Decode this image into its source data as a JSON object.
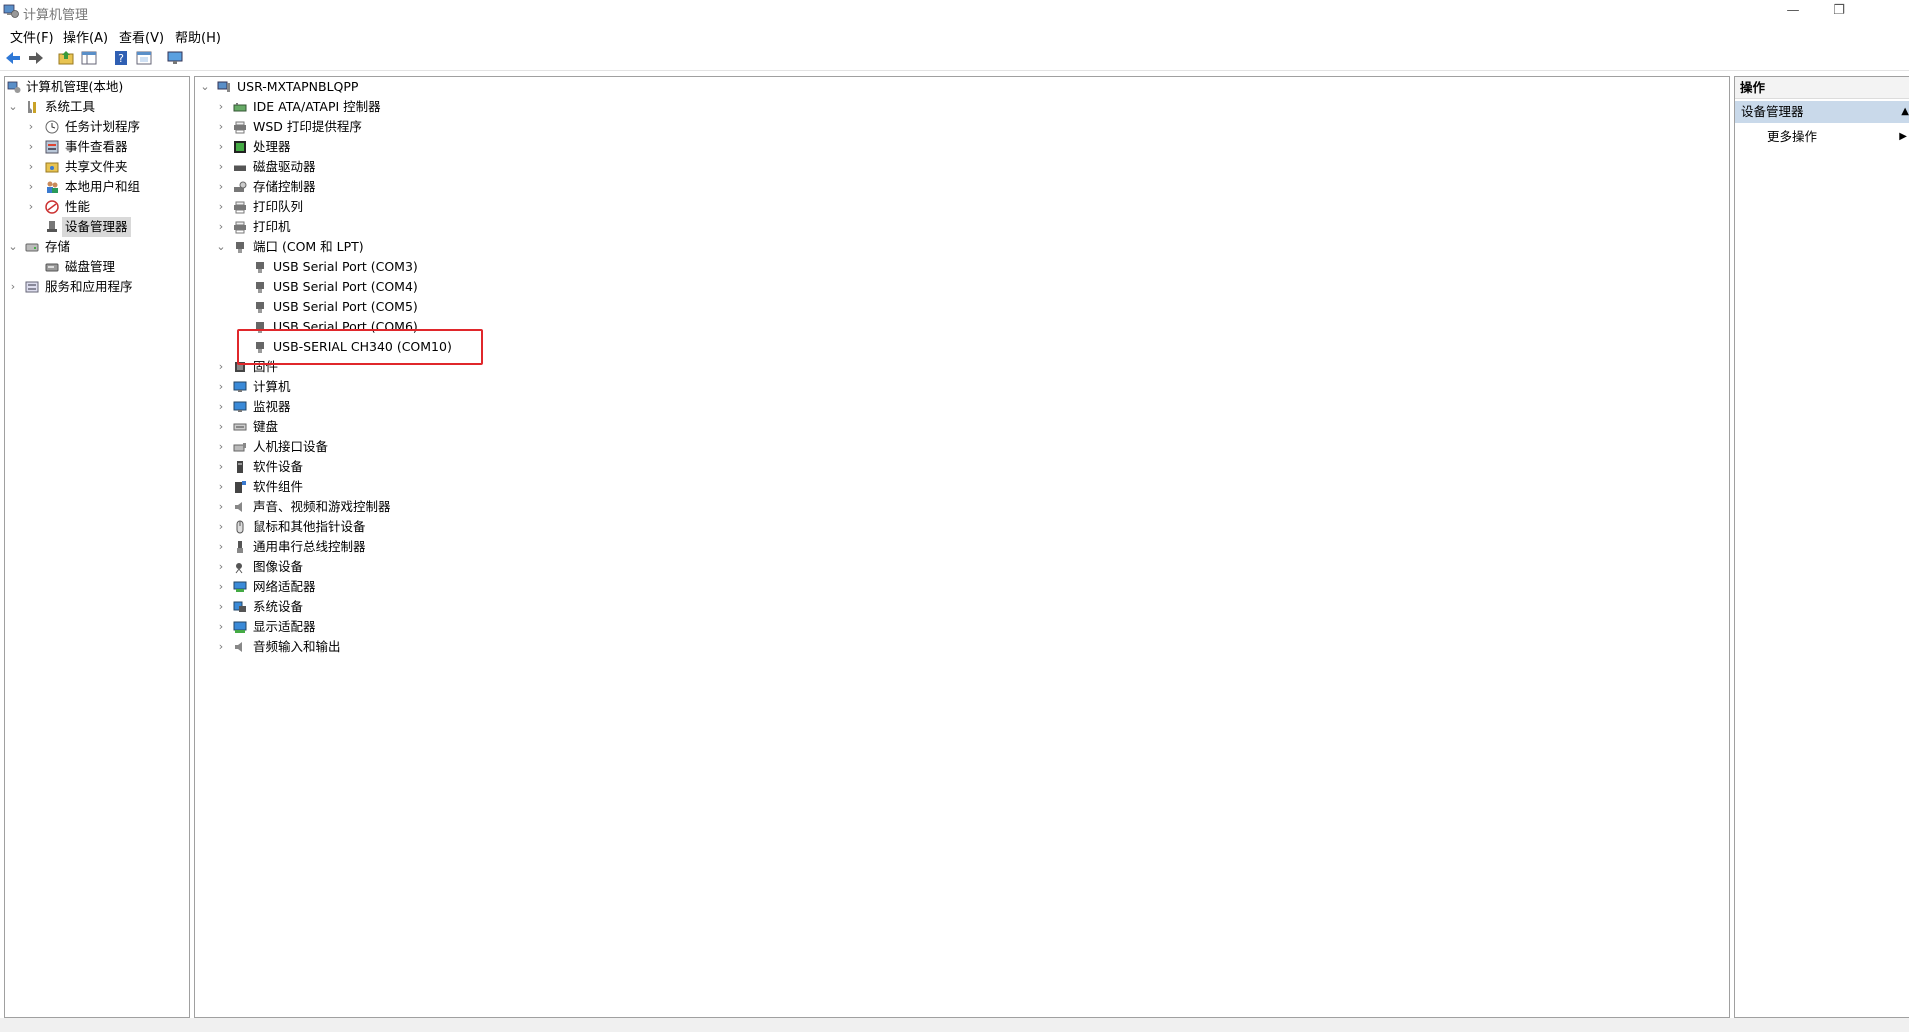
{
  "window": {
    "title": "计算机管理",
    "minimize": "—",
    "restore": "❐"
  },
  "menu": [
    "文件(F)",
    "操作(A)",
    "查看(V)",
    "帮助(H)"
  ],
  "left_tree": [
    {
      "label": "计算机管理(本地)"
    },
    {
      "label": "系统工具"
    },
    {
      "label": "任务计划程序"
    },
    {
      "label": "事件查看器"
    },
    {
      "label": "共享文件夹"
    },
    {
      "label": "本地用户和组"
    },
    {
      "label": "性能"
    },
    {
      "label": "设备管理器"
    },
    {
      "label": "存储"
    },
    {
      "label": "磁盘管理"
    },
    {
      "label": "服务和应用程序"
    }
  ],
  "device_tree": {
    "root": "USR-MXTAPNBLQPP",
    "categories": [
      "IDE ATA/ATAPI 控制器",
      "WSD 打印提供程序",
      "处理器",
      "磁盘驱动器",
      "存储控制器",
      "打印队列",
      "打印机",
      "端口 (COM 和 LPT)",
      "USB Serial Port (COM3)",
      "USB Serial Port (COM4)",
      "USB Serial Port (COM5)",
      "USB Serial Port (COM6)",
      "USB-SERIAL CH340 (COM10)",
      "固件",
      "计算机",
      "监视器",
      "键盘",
      "人机接口设备",
      "软件设备",
      "软件组件",
      "声音、视频和游戏控制器",
      "鼠标和其他指针设备",
      "通用串行总线控制器",
      "图像设备",
      "网络适配器",
      "系统设备",
      "显示适配器",
      "音频输入和输出"
    ]
  },
  "actions": {
    "header": "操作",
    "section": "设备管理器",
    "more": "更多操作"
  },
  "colors": {
    "highlight": "#e0272b",
    "section_bg": "#c9d9ea",
    "selected_bg": "#d9d9d9"
  }
}
